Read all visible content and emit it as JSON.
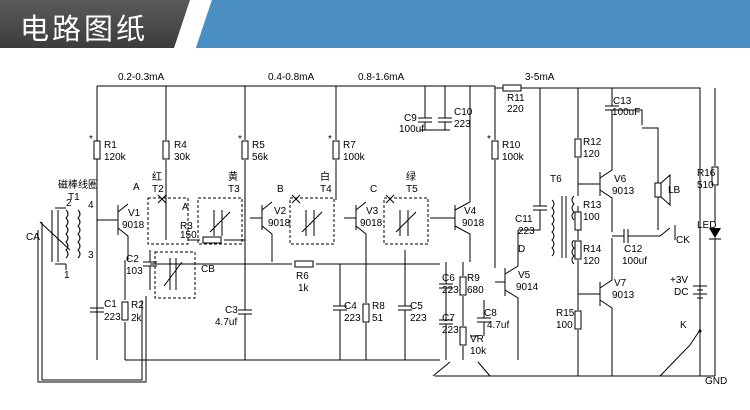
{
  "page": {
    "title": "电路图纸"
  },
  "diagram": {
    "currents": {
      "i1": "0.2-0.3mA",
      "i2": "0.4-0.8mA",
      "i3": "0.8-1.6mA",
      "i4": "3-5mA"
    },
    "coil_label": "磁棒线圈",
    "points": {
      "a": "A",
      "b": "B",
      "c": "C",
      "d": "D"
    },
    "pins": {
      "p1": "1",
      "p2": "2",
      "p3": "3",
      "p4": "4"
    },
    "colors_text": {
      "red": "红",
      "yellow": "黄",
      "white": "白",
      "green": "绿"
    },
    "components": {
      "T1": "T1",
      "T2": "T2",
      "T3": "T3",
      "T4": "T4",
      "T5": "T5",
      "T6": "T6",
      "CA": "CA",
      "CB": "CB",
      "R1": "R1",
      "R1v": "120k",
      "R2": "R2",
      "R2v": "2k",
      "R3": "R3",
      "R3v": "150",
      "R4": "R4",
      "R4v": "30k",
      "R5": "R5",
      "R5v": "56k",
      "R6": "R6",
      "R6v": "1k",
      "R7": "R7",
      "R7v": "100k",
      "R8": "R8",
      "R8v": "51",
      "R9": "R9",
      "R9v": "680",
      "R10": "R10",
      "R10v": "100k",
      "R11": "R11",
      "R11v": "220",
      "R12": "R12",
      "R12v": "120",
      "R13": "R13",
      "R13v": "100",
      "R14": "R14",
      "R14v": "120",
      "R15": "R15",
      "R15v": "100",
      "R16": "R16",
      "R16v": "510",
      "C1": "C1",
      "C1v": "223",
      "C2": "C2",
      "C2v": "103",
      "C3": "C3",
      "C3v": "4.7uf",
      "C4": "C4",
      "C4v": "223",
      "C5": "C5",
      "C5v": "223",
      "C6": "C6",
      "C6v": "223",
      "C7": "C7",
      "C7v": "223",
      "C8": "C8",
      "C8v": "4.7uf",
      "C9": "C9",
      "C9v": "100uf",
      "C10": "C10",
      "C10v": "223",
      "C11": "C11",
      "C11v": "223",
      "C12": "C12",
      "C12v": "100uf",
      "C13": "C13",
      "C13v": "100uF",
      "V1": "V1",
      "V1v": "9018",
      "V2": "V2",
      "V2v": "9018",
      "V3": "V3",
      "V3v": "9018",
      "V4": "V4",
      "V4v": "9018",
      "V5": "V5",
      "V5v": "9014",
      "V6": "V6",
      "V6v": "9013",
      "V7": "V7",
      "V7v": "9013",
      "VR": "VR",
      "VRv": "10k",
      "LB": "LB",
      "CK": "CK",
      "LED": "LED",
      "batt_v": "+3V",
      "batt_t": "DC",
      "K": "K",
      "GND": "GND"
    }
  }
}
